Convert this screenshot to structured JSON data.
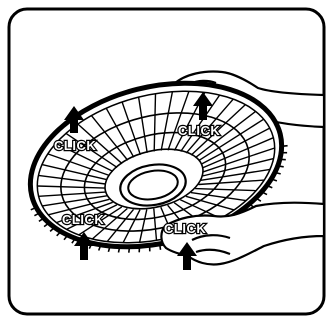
{
  "illustration": {
    "subject": "fan-guard-grille-assembly",
    "callouts": [
      {
        "label": "CLICK",
        "position": "upper-left"
      },
      {
        "label": "CLICK",
        "position": "upper-right"
      },
      {
        "label": "CLICK",
        "position": "lower-left"
      },
      {
        "label": "CLICK",
        "position": "lower-right"
      }
    ],
    "colors": {
      "ink": "#000000",
      "paper": "#ffffff"
    }
  }
}
